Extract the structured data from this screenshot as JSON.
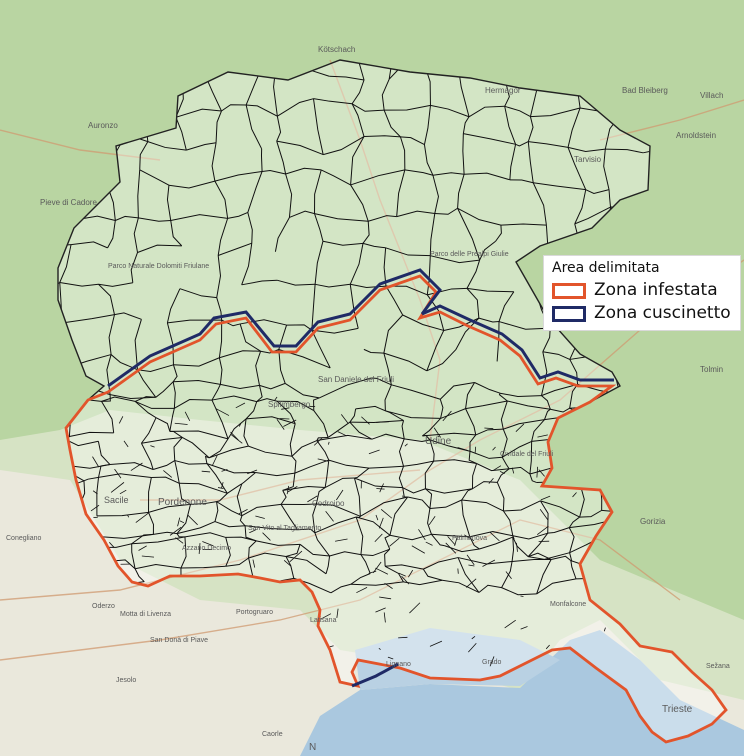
{
  "legend": {
    "title": "Area delimitata",
    "items": [
      {
        "label": "Zona infestata",
        "color": "#e2542b"
      },
      {
        "label": "Zona cuscinetto",
        "color": "#1f2a66"
      }
    ]
  },
  "places": {
    "kotschach": "Kötschach",
    "hermagor": "Hermagor",
    "bad_bleiberg": "Bad Bleiberg",
    "villach": "Villach",
    "arnoldstein": "Arnoldstein",
    "tarvisio": "Tarvisio",
    "pieve_di_cadore": "Pieve di Cadore",
    "auronzo": "Auronzo",
    "parco_dolomiti": "Parco Naturale Dolomiti Friulane",
    "parco_prealpi": "Parco delle Prealpi Giulie",
    "tolmin": "Tolmin",
    "spilimbergo": "Spilimbergo",
    "san_daniele": "San Daniele del Friuli",
    "udine": "Udine",
    "sacile": "Sacile",
    "pordenone": "Pordenone",
    "codroipo": "Codroipo",
    "san_vito": "San Vito al Tagliamento",
    "azzano_decimo": "Azzano Decimo",
    "gorizia": "Gorizia",
    "motta_di_livenza": "Motta di Livenza",
    "portogruaro": "Portogruaro",
    "san_dona": "San Donà di Piave",
    "jesolo": "Jesolo",
    "trieste": "Trieste",
    "caorle": "Caorle",
    "conegliano": "Conegliano",
    "oderzo": "Oderzo",
    "latisana": "Latisana",
    "monfalcone": "Monfalcone",
    "grado": "Grado",
    "lignano": "Lignano",
    "sesana": "Sežana",
    "cividale": "Cividale del Friuli",
    "palmanova": "Palmanova",
    "north_arrow": "N"
  }
}
